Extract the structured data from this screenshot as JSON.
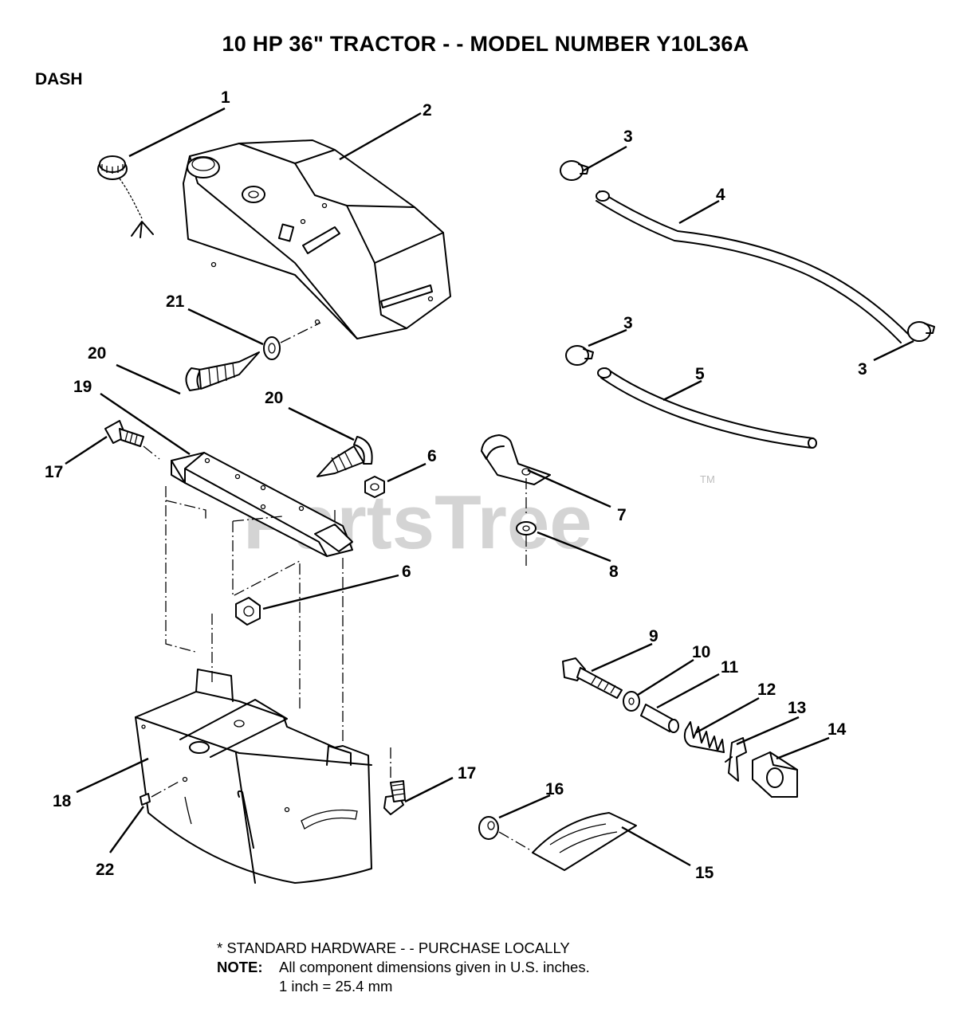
{
  "title": "10 HP 36\" TRACTOR - - MODEL NUMBER Y10L36A",
  "section": "DASH",
  "watermark": "PartsTree",
  "watermark_tm": "TM",
  "callouts": [
    "1",
    "2",
    "3",
    "3",
    "3",
    "4",
    "5",
    "6",
    "6",
    "7",
    "8",
    "9",
    "10",
    "11",
    "12",
    "13",
    "14",
    "15",
    "16",
    "17",
    "17",
    "18",
    "19",
    "20",
    "20",
    "21",
    "22"
  ],
  "footer": {
    "standard_hardware": "* STANDARD HARDWARE - - PURCHASE LOCALLY",
    "note_label": "NOTE:",
    "note_text": "All component dimensions given in U.S. inches.",
    "conversion": "1 inch = 25.4 mm"
  }
}
